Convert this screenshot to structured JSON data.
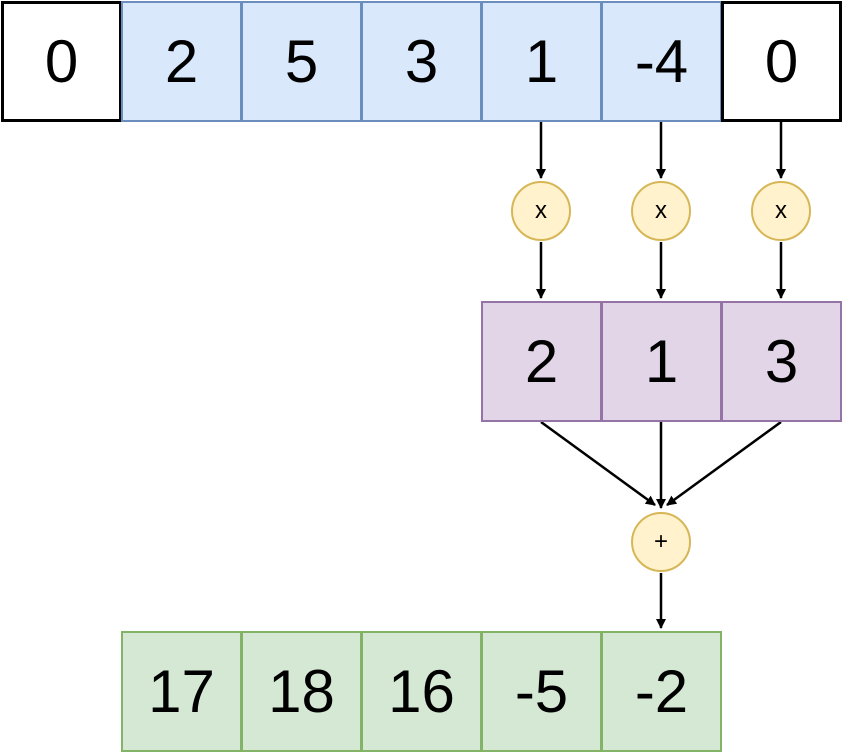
{
  "input_row": [
    "0",
    "2",
    "5",
    "3",
    "1",
    "-4",
    "0"
  ],
  "kernel_row": [
    "2",
    "1",
    "3"
  ],
  "output_row": [
    "17",
    "18",
    "16",
    "-5",
    "-2"
  ],
  "multiply_symbol": "x",
  "sum_symbol": "+",
  "colors": {
    "padding_fill": "#ffffff",
    "padding_stroke": "#000000",
    "input_fill": "#dae8fc",
    "input_stroke": "#6c8ebf",
    "kernel_fill": "#e1d5e7",
    "kernel_stroke": "#9673a6",
    "output_fill": "#d5e8d4",
    "output_stroke": "#82b366",
    "operator_fill": "#fff2cc",
    "operator_stroke": "#d6b656"
  }
}
